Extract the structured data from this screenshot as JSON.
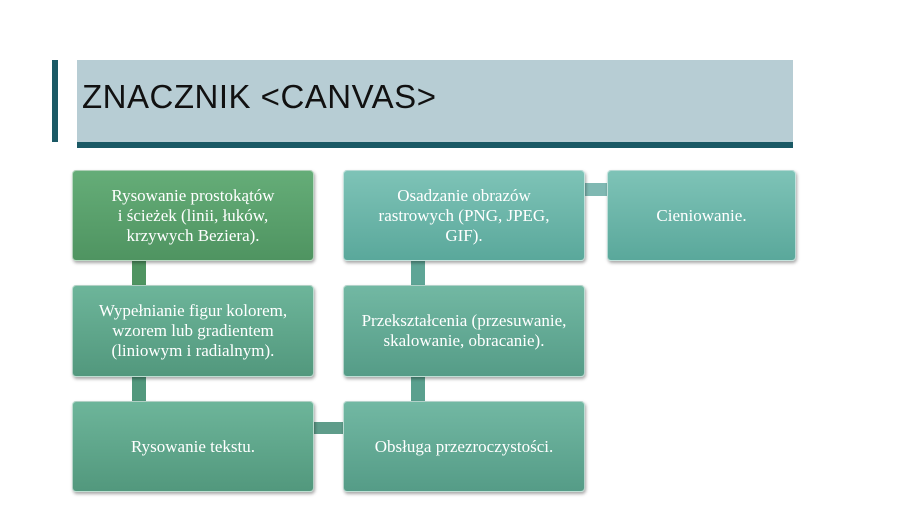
{
  "slide": {
    "title": "ZNACZNIK <CANVAS>"
  },
  "diagram": {
    "nodes": [
      {
        "label": "Rysowanie prostokątów\ni ścieżek (linii, łuków,\nkrzywych Beziera)."
      },
      {
        "label": "Wypełnianie figur kolorem,\nwzorem lub gradientem\n(liniowym i radialnym)."
      },
      {
        "label": "Rysowanie tekstu."
      },
      {
        "label": "Obsługa przezroczystości."
      },
      {
        "label": "Przekształcenia (przesuwanie,\nskalowanie, obracanie)."
      },
      {
        "label": "Osadzanie obrazów\nrastrowych (PNG, JPEG,\nGIF)."
      },
      {
        "label": "Cieniowanie."
      }
    ],
    "colors": {
      "title_band": "#b7cdd4",
      "title_accent": "#1a5965",
      "node_green": "#5aa06c",
      "node_teal": "#66b0a3"
    }
  }
}
